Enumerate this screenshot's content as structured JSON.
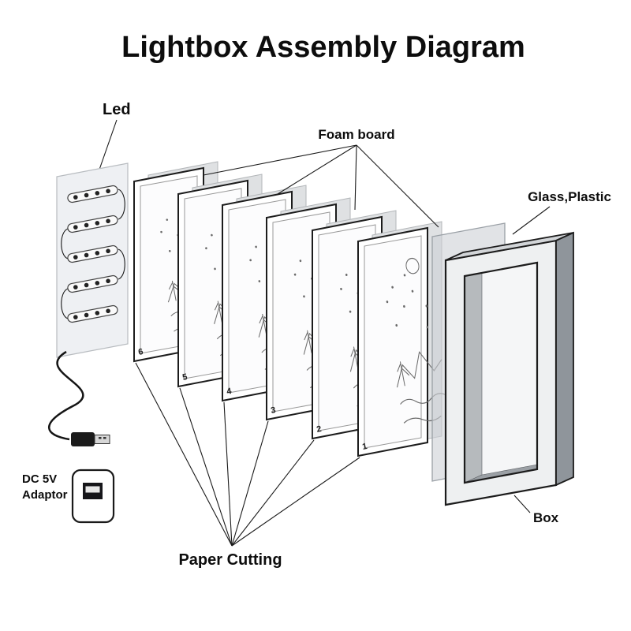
{
  "title": "Lightbox Assembly Diagram",
  "labels": {
    "led": "Led",
    "foam_board": "Foam board",
    "glass_plastic": "Glass,Plastic",
    "box": "Box",
    "paper_cutting": "Paper Cutting",
    "adaptor_line1": "DC 5V",
    "adaptor_line2": "Adaptor"
  },
  "panel_numbers": [
    "6",
    "5",
    "4",
    "3",
    "2",
    "1"
  ],
  "colors": {
    "ink": "#1a1a1a",
    "panel_fill": "#ffffff",
    "foam_fill": "#dfe1e3",
    "glass_fill": "#cdd1d5",
    "box_side": "#8f959b",
    "box_top": "#d2d5d8",
    "box_face": "#eef0f1"
  }
}
